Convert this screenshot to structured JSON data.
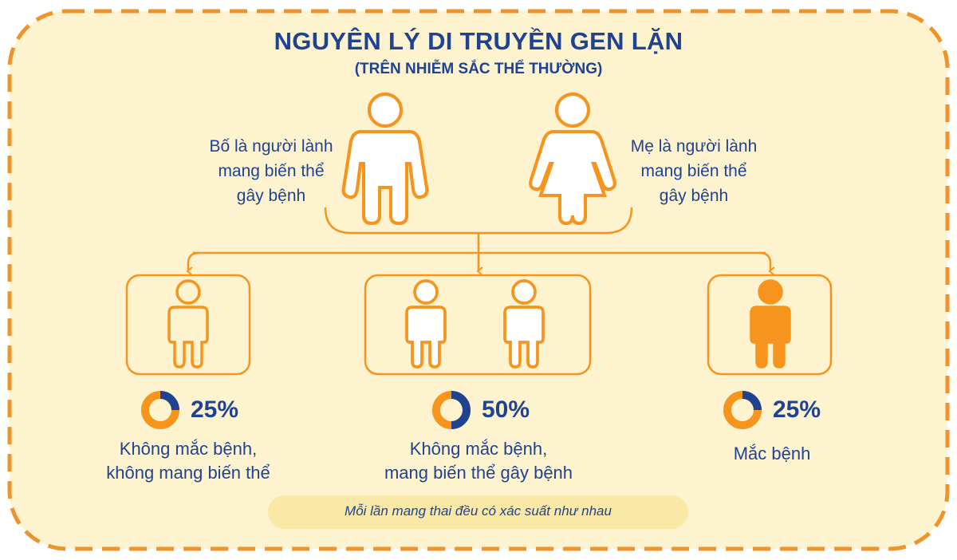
{
  "title": "NGUYÊN LÝ DI TRUYỀN GEN LẶN",
  "subtitle": "(TRÊN NHIỄM SẮC THỂ THƯỜNG)",
  "father_desc": [
    "Bố là người lành",
    "mang biến thể",
    "gây bệnh"
  ],
  "mother_desc": [
    "Mẹ là người lành",
    "mang biến thể",
    "gây bệnh"
  ],
  "outcomes": [
    {
      "percent_label": "25%",
      "fraction": 0.25,
      "lines": [
        "Không mắc bệnh,",
        "không mang biến thể"
      ]
    },
    {
      "percent_label": "50%",
      "fraction": 0.5,
      "lines": [
        "Không mắc bệnh,",
        "mang biến thể gây bệnh"
      ]
    },
    {
      "percent_label": "25%",
      "fraction": 0.25,
      "lines": [
        "Mắc bệnh"
      ]
    }
  ],
  "note": "Mỗi lần mang thai đều có xác suất như nhau",
  "colors": {
    "background": "#fdf4cf",
    "border_dash": "#f0932b",
    "orange": "#f7941d",
    "navy": "#1f4391",
    "note_pill": "#f9e8a6"
  },
  "icons": {
    "father": "carrier-male-icon",
    "mother": "carrier-female-icon",
    "child_unaffected": "unaffected-child-icon",
    "child_carrier": "carrier-child-icon",
    "child_affected": "affected-child-icon"
  }
}
